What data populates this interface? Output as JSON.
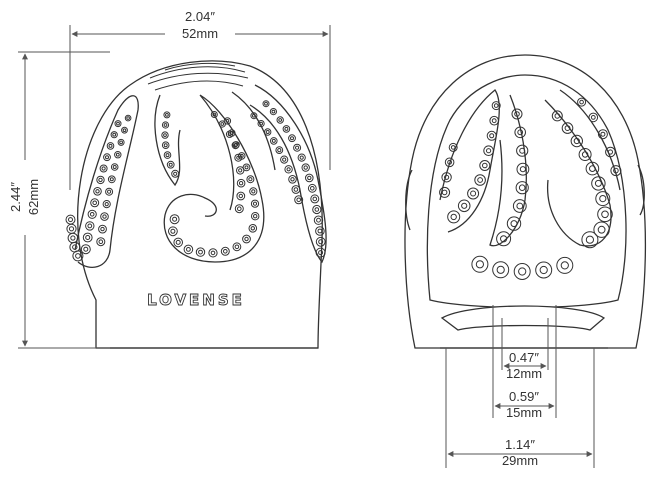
{
  "front_view": {
    "brand": "LOVENSE",
    "width_in": "2.04″",
    "width_mm": "52mm",
    "height_in": "2.44″",
    "height_mm": "62mm"
  },
  "side_view": {
    "inner_in": "0.47″",
    "inner_mm": "12mm",
    "mid_in": "0.59″",
    "mid_mm": "15mm",
    "base_in": "1.14″",
    "base_mm": "29mm"
  }
}
